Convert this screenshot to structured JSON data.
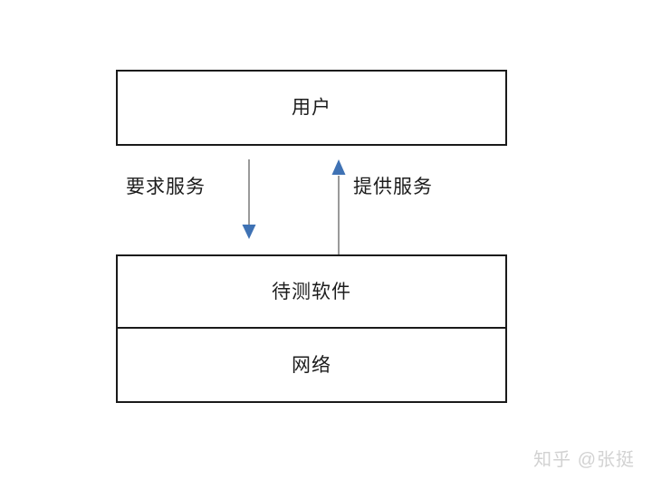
{
  "diagram": {
    "background_color": "#ffffff",
    "boxes": [
      {
        "id": "user",
        "label": "用户",
        "border_color": "#1a1a1a"
      },
      {
        "id": "stack",
        "border_color": "#1a1a1a",
        "cells": [
          {
            "id": "software-under-test",
            "label": "待测软件"
          },
          {
            "id": "network",
            "label": "网络"
          }
        ]
      }
    ],
    "edges": [
      {
        "id": "request-service",
        "label": "要求服务",
        "direction": "down",
        "from": "用户",
        "to": "待测软件",
        "shaft_color": "#9a9a9a",
        "head_color": "#3f72b4"
      },
      {
        "id": "provide-service",
        "label": "提供服务",
        "direction": "up",
        "from": "待测软件",
        "to": "用户",
        "shaft_color": "#9a9a9a",
        "head_color": "#3f72b4"
      }
    ]
  },
  "watermark": {
    "text": "知乎 @张挺",
    "color": "#d2d2d2"
  }
}
